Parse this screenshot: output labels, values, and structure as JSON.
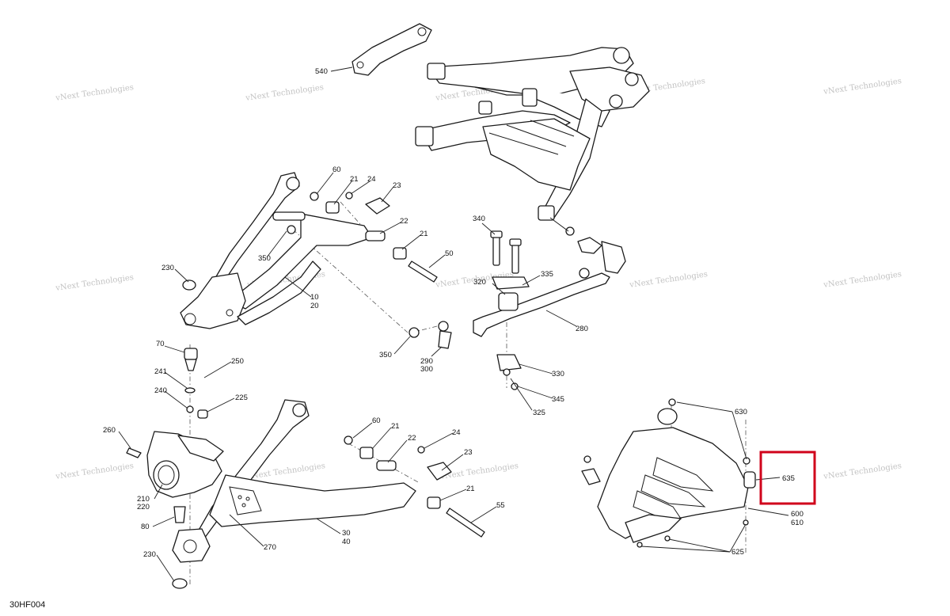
{
  "figure_code": "30HF004",
  "watermark_text": "vNext Technologies",
  "highlight": {
    "part": "635",
    "color": "#d0021b"
  },
  "callouts": [
    {
      "id": "540",
      "lines": [
        "540"
      ]
    },
    {
      "id": "60a",
      "lines": [
        "60"
      ]
    },
    {
      "id": "21a",
      "lines": [
        "21"
      ]
    },
    {
      "id": "24a",
      "lines": [
        "24"
      ]
    },
    {
      "id": "23a",
      "lines": [
        "23"
      ]
    },
    {
      "id": "22a",
      "lines": [
        "22"
      ]
    },
    {
      "id": "21b",
      "lines": [
        "21"
      ]
    },
    {
      "id": "50",
      "lines": [
        "50"
      ]
    },
    {
      "id": "350a",
      "lines": [
        "350"
      ]
    },
    {
      "id": "230a",
      "lines": [
        "230"
      ]
    },
    {
      "id": "10",
      "lines": [
        "10",
        "20"
      ]
    },
    {
      "id": "340",
      "lines": [
        "340"
      ]
    },
    {
      "id": "335",
      "lines": [
        "335"
      ]
    },
    {
      "id": "320",
      "lines": [
        "320"
      ]
    },
    {
      "id": "280",
      "lines": [
        "280"
      ]
    },
    {
      "id": "350b",
      "lines": [
        "350"
      ]
    },
    {
      "id": "290",
      "lines": [
        "290",
        "300"
      ]
    },
    {
      "id": "330",
      "lines": [
        "330"
      ]
    },
    {
      "id": "345",
      "lines": [
        "345"
      ]
    },
    {
      "id": "325",
      "lines": [
        "325"
      ]
    },
    {
      "id": "70",
      "lines": [
        "70"
      ]
    },
    {
      "id": "241",
      "lines": [
        "241"
      ]
    },
    {
      "id": "250",
      "lines": [
        "250"
      ]
    },
    {
      "id": "240",
      "lines": [
        "240"
      ]
    },
    {
      "id": "225",
      "lines": [
        "225"
      ]
    },
    {
      "id": "260",
      "lines": [
        "260"
      ]
    },
    {
      "id": "210",
      "lines": [
        "210",
        "220"
      ]
    },
    {
      "id": "80",
      "lines": [
        "80"
      ]
    },
    {
      "id": "230b",
      "lines": [
        "230"
      ]
    },
    {
      "id": "60b",
      "lines": [
        "60"
      ]
    },
    {
      "id": "21c",
      "lines": [
        "21"
      ]
    },
    {
      "id": "22b",
      "lines": [
        "22"
      ]
    },
    {
      "id": "24b",
      "lines": [
        "24"
      ]
    },
    {
      "id": "23b",
      "lines": [
        "23"
      ]
    },
    {
      "id": "21d",
      "lines": [
        "21"
      ]
    },
    {
      "id": "55",
      "lines": [
        "55"
      ]
    },
    {
      "id": "270",
      "lines": [
        "270"
      ]
    },
    {
      "id": "30",
      "lines": [
        "30",
        "40"
      ]
    },
    {
      "id": "630",
      "lines": [
        "630"
      ]
    },
    {
      "id": "635",
      "lines": [
        "635"
      ]
    },
    {
      "id": "600",
      "lines": [
        "600",
        "610"
      ]
    },
    {
      "id": "625",
      "lines": [
        "625"
      ]
    }
  ]
}
